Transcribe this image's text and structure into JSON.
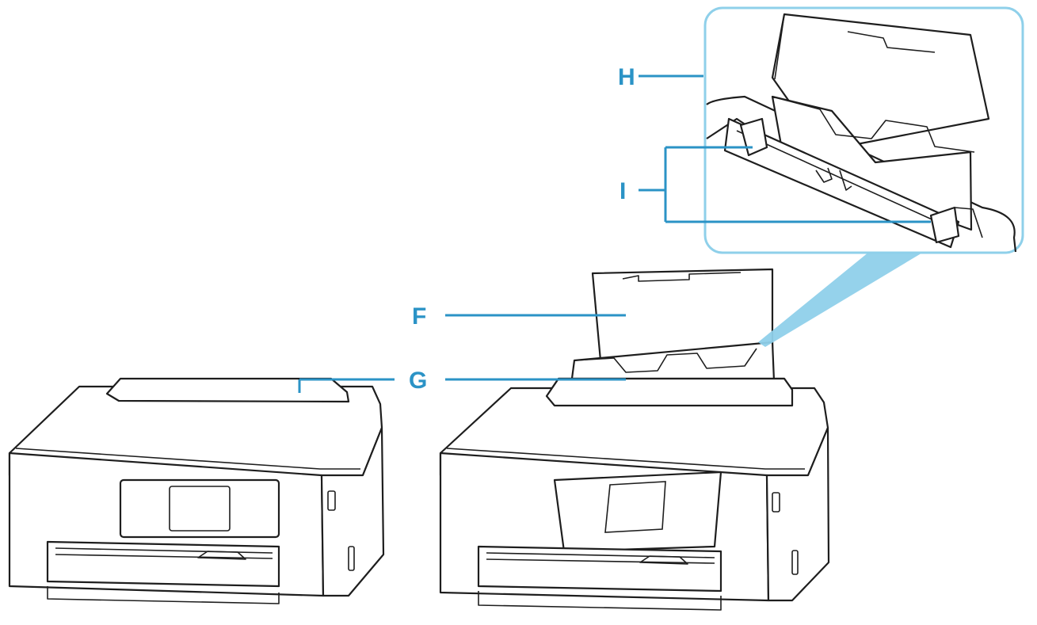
{
  "labels": {
    "f": "F",
    "g": "G",
    "h": "H",
    "i": "I"
  },
  "colors": {
    "callout": "#2b93c6",
    "label": "#2b93c6",
    "zoom_border": "#8fd0ea",
    "zoom_beam": "#8fd0ea",
    "outline": "#1e1e1e"
  }
}
